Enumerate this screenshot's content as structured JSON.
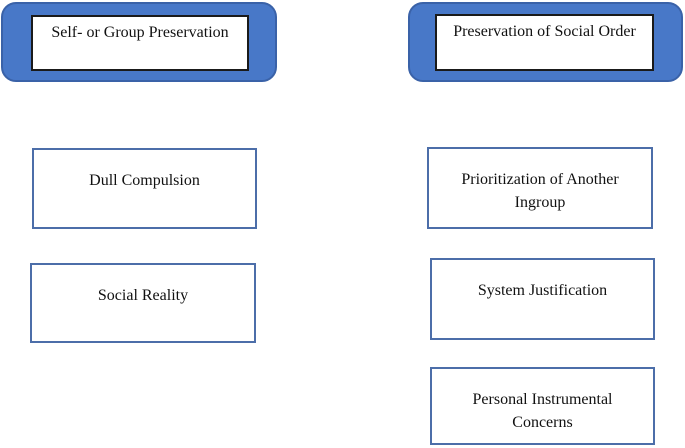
{
  "diagram": {
    "left_column": {
      "header": "Self- or Group Preservation",
      "boxes": [
        "Dull Compulsion",
        "Social Reality"
      ]
    },
    "right_column": {
      "header": "Preservation of Social Order",
      "boxes": [
        "Prioritization of Another Ingroup",
        "System Justification",
        "Personal Instrumental Concerns"
      ]
    },
    "colors": {
      "header_fill": "#4878C8",
      "header_border": "#3A62A8",
      "box_border": "#4C6EA9",
      "inner_box_border": "#1a1a1a",
      "text": "#111111",
      "background": "#ffffff"
    }
  }
}
